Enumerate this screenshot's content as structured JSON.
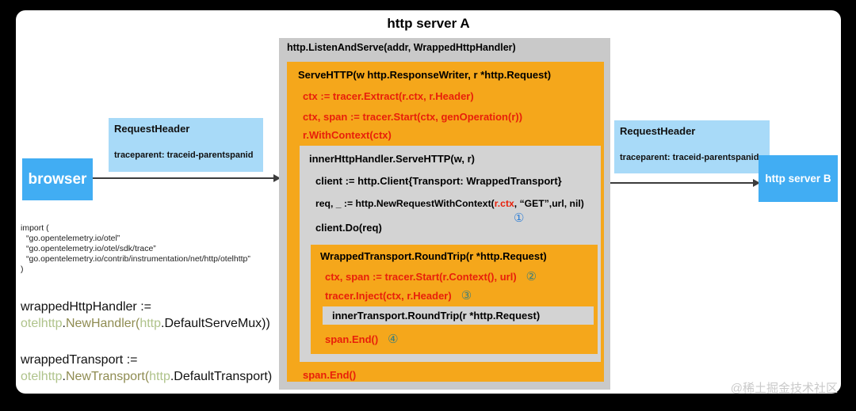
{
  "title": "http server A",
  "watermark": "@稀土掘金技术社区",
  "colors": {
    "orange": "#F5A71B",
    "outer_gray": "#C9C9C9",
    "inner_gray": "#D3D3D3",
    "node_blue": "#41ADF3",
    "header_light_blue": "#A8DAF8",
    "code_red": "#E8200A",
    "badge_blue": "#2F7FD6",
    "badge_teal": "#3A7E7E",
    "pkg_green": "#AFC38B",
    "fn_olive": "#8F8C52"
  },
  "browser": {
    "label": "browser"
  },
  "server_b": {
    "label": "http server B"
  },
  "request_header_left": {
    "title": "RequestHeader",
    "value": "traceparent: traceid-parentspanid"
  },
  "request_header_right": {
    "title": "RequestHeader",
    "value": "traceparent: traceid-parentspanid"
  },
  "server_a": {
    "listen_label": "http.ListenAndServe(addr, WrappedHttpHandler)",
    "serve_http_signature": "ServeHTTP(w http.ResponseWriter, r *http.Request)",
    "extract_line": "ctx := tracer.Extract(r.ctx, r.Header)",
    "start_line": "ctx, span := tracer.Start(ctx, genOperation(r))",
    "with_context_line": "r.WithContext(ctx)",
    "outer_span_end": "span.End()",
    "inner_handler": {
      "signature": "innerHttpHandler.ServeHTTP(w, r)",
      "client_line": "client := http.Client{Transport: WrappedTransport}",
      "req_prefix": "req, _ := http.NewRequestWithContext(",
      "req_ctx": "r.ctx",
      "req_suffix": ", “GET”,url, nil)",
      "step1_badge": "①",
      "do_line": "client.Do(req)"
    },
    "wrapped_transport": {
      "signature": "WrappedTransport.RoundTrip(r *http.Request)",
      "start_line": "ctx, span := tracer.Start(r.Context(), url)",
      "step2_badge": "②",
      "inject_line": "tracer.Inject(ctx, r.Header)",
      "step3_badge": "③",
      "inner_transport_line": "innerTransport.RoundTrip(r *http.Request)",
      "span_end_line": "span.End()",
      "step4_badge": "④"
    }
  },
  "imports": {
    "open": "import (",
    "line1": "“go.opentelemetry.io/otel”",
    "line2": "“go.opentelemetry.io/otel/sdk/trace”",
    "line3": "“go.opentelemetry.io/contrib/instrumentation/net/http/otelhttp”",
    "close": ")"
  },
  "handler_assign": {
    "lhs": "wrappedHttpHandler :=",
    "pkg1": "otelhttp",
    "dot1": ".",
    "call": "NewHandler(",
    "pkg2": "http",
    "dot2": ".",
    "tail": "DefaultServeMux))"
  },
  "transport_assign": {
    "lhs": "wrappedTransport :=",
    "pkg1": "otelhttp",
    "dot1": ".",
    "call": "NewTransport(",
    "pkg2": "http",
    "dot2": ".",
    "tail": "DefaultTransport)"
  }
}
